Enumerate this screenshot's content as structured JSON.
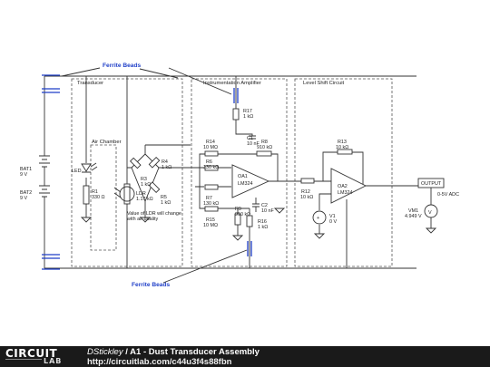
{
  "sections": {
    "transducer": "Transducer",
    "instrumentation": "Instrumentation Amplifier",
    "level_shift": "Level Shift Circuit",
    "air_chamber": "Air Chamber"
  },
  "ferrite_beads": "Ferrite Beads",
  "bat1": {
    "name": "BAT1",
    "value": "9 V"
  },
  "bat2": {
    "name": "BAT2",
    "value": "9 V"
  },
  "led": "LED",
  "r1": {
    "name": "R1",
    "value": "330 Ω"
  },
  "ldr": {
    "name": "LDR",
    "value": "1.17 kΩ"
  },
  "ldr_note": [
    "Value of LDR will change",
    "with air quality"
  ],
  "r3": {
    "name": "R3",
    "value": "1 kΩ"
  },
  "r4": {
    "name": "R4",
    "value": "1 kΩ"
  },
  "r5": {
    "name": "R5",
    "value": "1 kΩ"
  },
  "r14": {
    "name": "R14",
    "value": "10 MΩ"
  },
  "r6": {
    "name": "R6",
    "value": "130 kΩ"
  },
  "r7": {
    "name": "R7",
    "value": "130 kΩ"
  },
  "r15": {
    "name": "R15",
    "value": "10 MΩ"
  },
  "r17": {
    "name": "R17",
    "value": "1 kΩ"
  },
  "c1": {
    "name": "C1",
    "value": "10 nF"
  },
  "r8": {
    "name": "R8",
    "value": "910 kΩ"
  },
  "r9": {
    "name": "R9",
    "value": "910 kΩ"
  },
  "c2": {
    "name": "C2",
    "value": "10 nF"
  },
  "r16": {
    "name": "R16",
    "value": "1 kΩ"
  },
  "oa1": {
    "name": "OA1",
    "part": "LM324"
  },
  "r13": {
    "name": "R13",
    "value": "10 kΩ"
  },
  "r12": {
    "name": "R12",
    "value": "10 kΩ"
  },
  "v1": {
    "name": "V1",
    "value": "0 V"
  },
  "oa2": {
    "name": "OA2",
    "part": "LM324"
  },
  "output": "OUTPUT",
  "adc": "0-5V ADC",
  "vm1": {
    "name": "VM1",
    "value": "4.949 V"
  },
  "footer": {
    "logo_top": "CIRCUIT",
    "logo_bottom": "LAB",
    "author": "DStickley",
    "separator": " / ",
    "title": "A1 - Dust Transducer Assembly",
    "url": "http://circuitlab.com/c44u3f4s88fbn"
  }
}
